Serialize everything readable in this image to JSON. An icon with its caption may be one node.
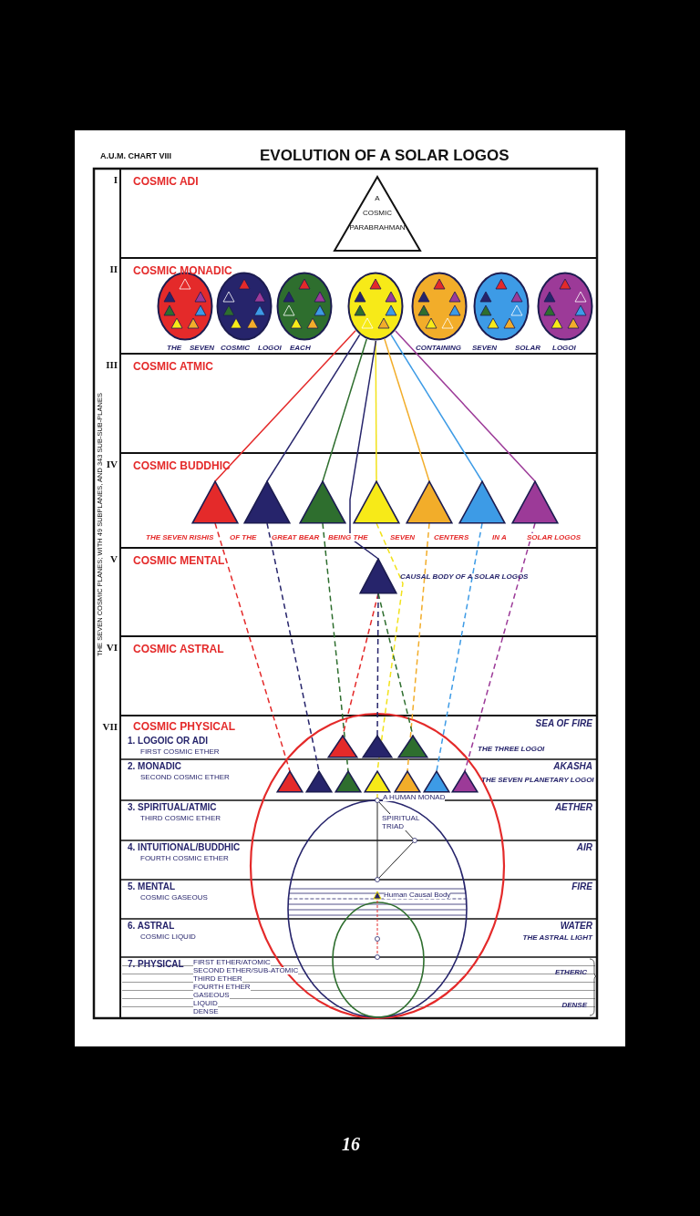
{
  "diagram": {
    "title": "EVOLUTION OF A SOLAR LOGOS",
    "nodes": [
      {
        "text": [
          "A COSMIC PARABRAHMAN"
        ]
      },
      {
        "text": [],
        "shape": "circle"
      },
      {
        "text": [],
        "shape": "circle"
      },
      {
        "text": [],
        "shape": "circle"
      },
      {
        "text": [],
        "shape": "circle"
      },
      {
        "text": [],
        "shape": "circle"
      },
      {
        "text": [],
        "shape": "circle"
      },
      {
        "text": [],
        "shape": "circle"
      },
      {
        "text": [],
        "shape": "triangle"
      },
      {
        "text": [],
        "shape": "triangle"
      },
      {
        "text": [],
        "shape": "triangle"
      },
      {
        "text": [],
        "shape": "triangle"
      },
      {
        "text": [],
        "shape": "triangle"
      },
      {
        "text": [],
        "shape": "triangle"
      },
      {
        "text": [],
        "shape": "triangle"
      },
      {
        "text": [],
        "shape": "triangle",
        "beside": [
          "CAUSAL BODY OF A SOLAR LOGOS"
        ]
      },
      {
        "text": [],
        "shape": "triangle"
      },
      {
        "text": [],
        "shape": "triangle"
      },
      {
        "text": [],
        "shape": "triangle"
      },
      {
        "text": [],
        "shape": "triangle"
      },
      {
        "text": [],
        "shape": "triangle"
      },
      {
        "text": [],
        "shape": "triangle"
      },
      {
        "text": [],
        "shape": "triangle"
      },
      {
        "text": [],
        "shape": "triangle"
      },
      {
        "text": [],
        "shape": "triangle"
      },
      {
        "text": [],
        "shape": "triangle"
      }
    ],
    "edges": [
      {
        "from": 4,
        "to": 8,
        "arrow": "none",
        "color": "#e42a2a"
      },
      {
        "from": 4,
        "to": 9,
        "arrow": "none",
        "color": "#26246b"
      },
      {
        "from": 4,
        "to": 10,
        "arrow": "none",
        "color": "#2e6e2e"
      },
      {
        "from": 4,
        "to": 11,
        "arrow": "none",
        "color": "#f2e21a"
      },
      {
        "from": 4,
        "to": 12,
        "arrow": "none",
        "color": "#f2ad2a"
      },
      {
        "from": 4,
        "to": 13,
        "arrow": "none",
        "color": "#3d9be6"
      },
      {
        "from": 4,
        "to": 14,
        "arrow": "none",
        "color": "#9c3a98"
      },
      {
        "from": 4,
        "to": 15,
        "arrow": "none",
        "color": "#26246b"
      },
      {
        "from": 8,
        "to": 19,
        "arrow": "none",
        "style": "dashed",
        "color": "#e42a2a"
      },
      {
        "from": 9,
        "to": 20,
        "arrow": "none",
        "style": "dashed",
        "color": "#26246b"
      },
      {
        "from": 10,
        "to": 21,
        "arrow": "none",
        "style": "dashed",
        "color": "#2e6e2e"
      },
      {
        "from": 11,
        "to": 22,
        "arrow": "none",
        "style": "dashed",
        "color": "#f2e21a"
      },
      {
        "from": 12,
        "to": 23,
        "arrow": "none",
        "style": "dashed",
        "color": "#f2ad2a"
      },
      {
        "from": 13,
        "to": 24,
        "arrow": "none",
        "style": "dashed",
        "color": "#3d9be6"
      },
      {
        "from": 14,
        "to": 25,
        "arrow": "none",
        "style": "dashed",
        "color": "#9c3a98"
      },
      {
        "from": 15,
        "to": 16,
        "arrow": "none",
        "style": "dashed",
        "color": "#e42a2a"
      },
      {
        "from": 15,
        "to": 17,
        "arrow": "none",
        "style": "dashed",
        "color": "#26246b"
      },
      {
        "from": 15,
        "to": 18,
        "arrow": "none",
        "style": "dashed",
        "color": "#2e6e2e"
      }
    ],
    "labels": [
      "A.U.M. CHART VIII",
      "THE SEVEN COSMIC PLANES; WITH 49 SUBPLANES, AND 343 SUB-SUB-PLANES",
      "I",
      "COSMIC ADI",
      "II",
      "COSMIC MONADIC",
      "THE",
      "SEVEN",
      "COSMIC",
      "LOGOI",
      "EACH",
      "CONTAINING",
      "SEVEN",
      "SOLAR",
      "LOGOI",
      "III",
      "COSMIC ATMIC",
      "IV",
      "COSMIC BUDDHIC",
      "THE SEVEN RISHIS",
      "OF THE",
      "GREAT BEAR",
      "BEING THE",
      "SEVEN",
      "CENTERS",
      "IN A",
      "SOLAR LOGOS",
      "V",
      "COSMIC MENTAL",
      "VI",
      "COSMIC ASTRAL",
      "VII",
      "COSMIC PHYSICAL",
      "SEA OF FIRE",
      "1. LOGOIC OR ADI",
      "FIRST COSMIC ETHER",
      "THE THREE LOGOI",
      "2. MONADIC",
      "AKASHA",
      "SECOND COSMIC ETHER",
      "THE SEVEN PLANETARY LOGOI",
      "A HUMAN MONAD",
      "3. SPIRITUAL/ATMIC",
      "AETHER",
      "THIRD COSMIC ETHER",
      "SPIRITUAL TRIAD",
      "4. INTUITIONAL/BUDDHIC",
      "AIR",
      "FOURTH COSMIC ETHER",
      "5. MENTAL",
      "FIRE",
      "COSMIC GASEOUS",
      "Human Causal Body",
      "6. ASTRAL",
      "WATER",
      "COSMIC LIQUID",
      "THE ASTRAL LIGHT",
      "7. PHYSICAL",
      "FIRST ETHER/ATOMIC",
      "SECOND ETHER/SUB-ATOMIC",
      "THIRD ETHER",
      "FOURTH ETHER",
      "GASEOUS",
      "LIQUID",
      "DENSE",
      "ETHERIC",
      "DENSE",
      "16"
    ]
  }
}
